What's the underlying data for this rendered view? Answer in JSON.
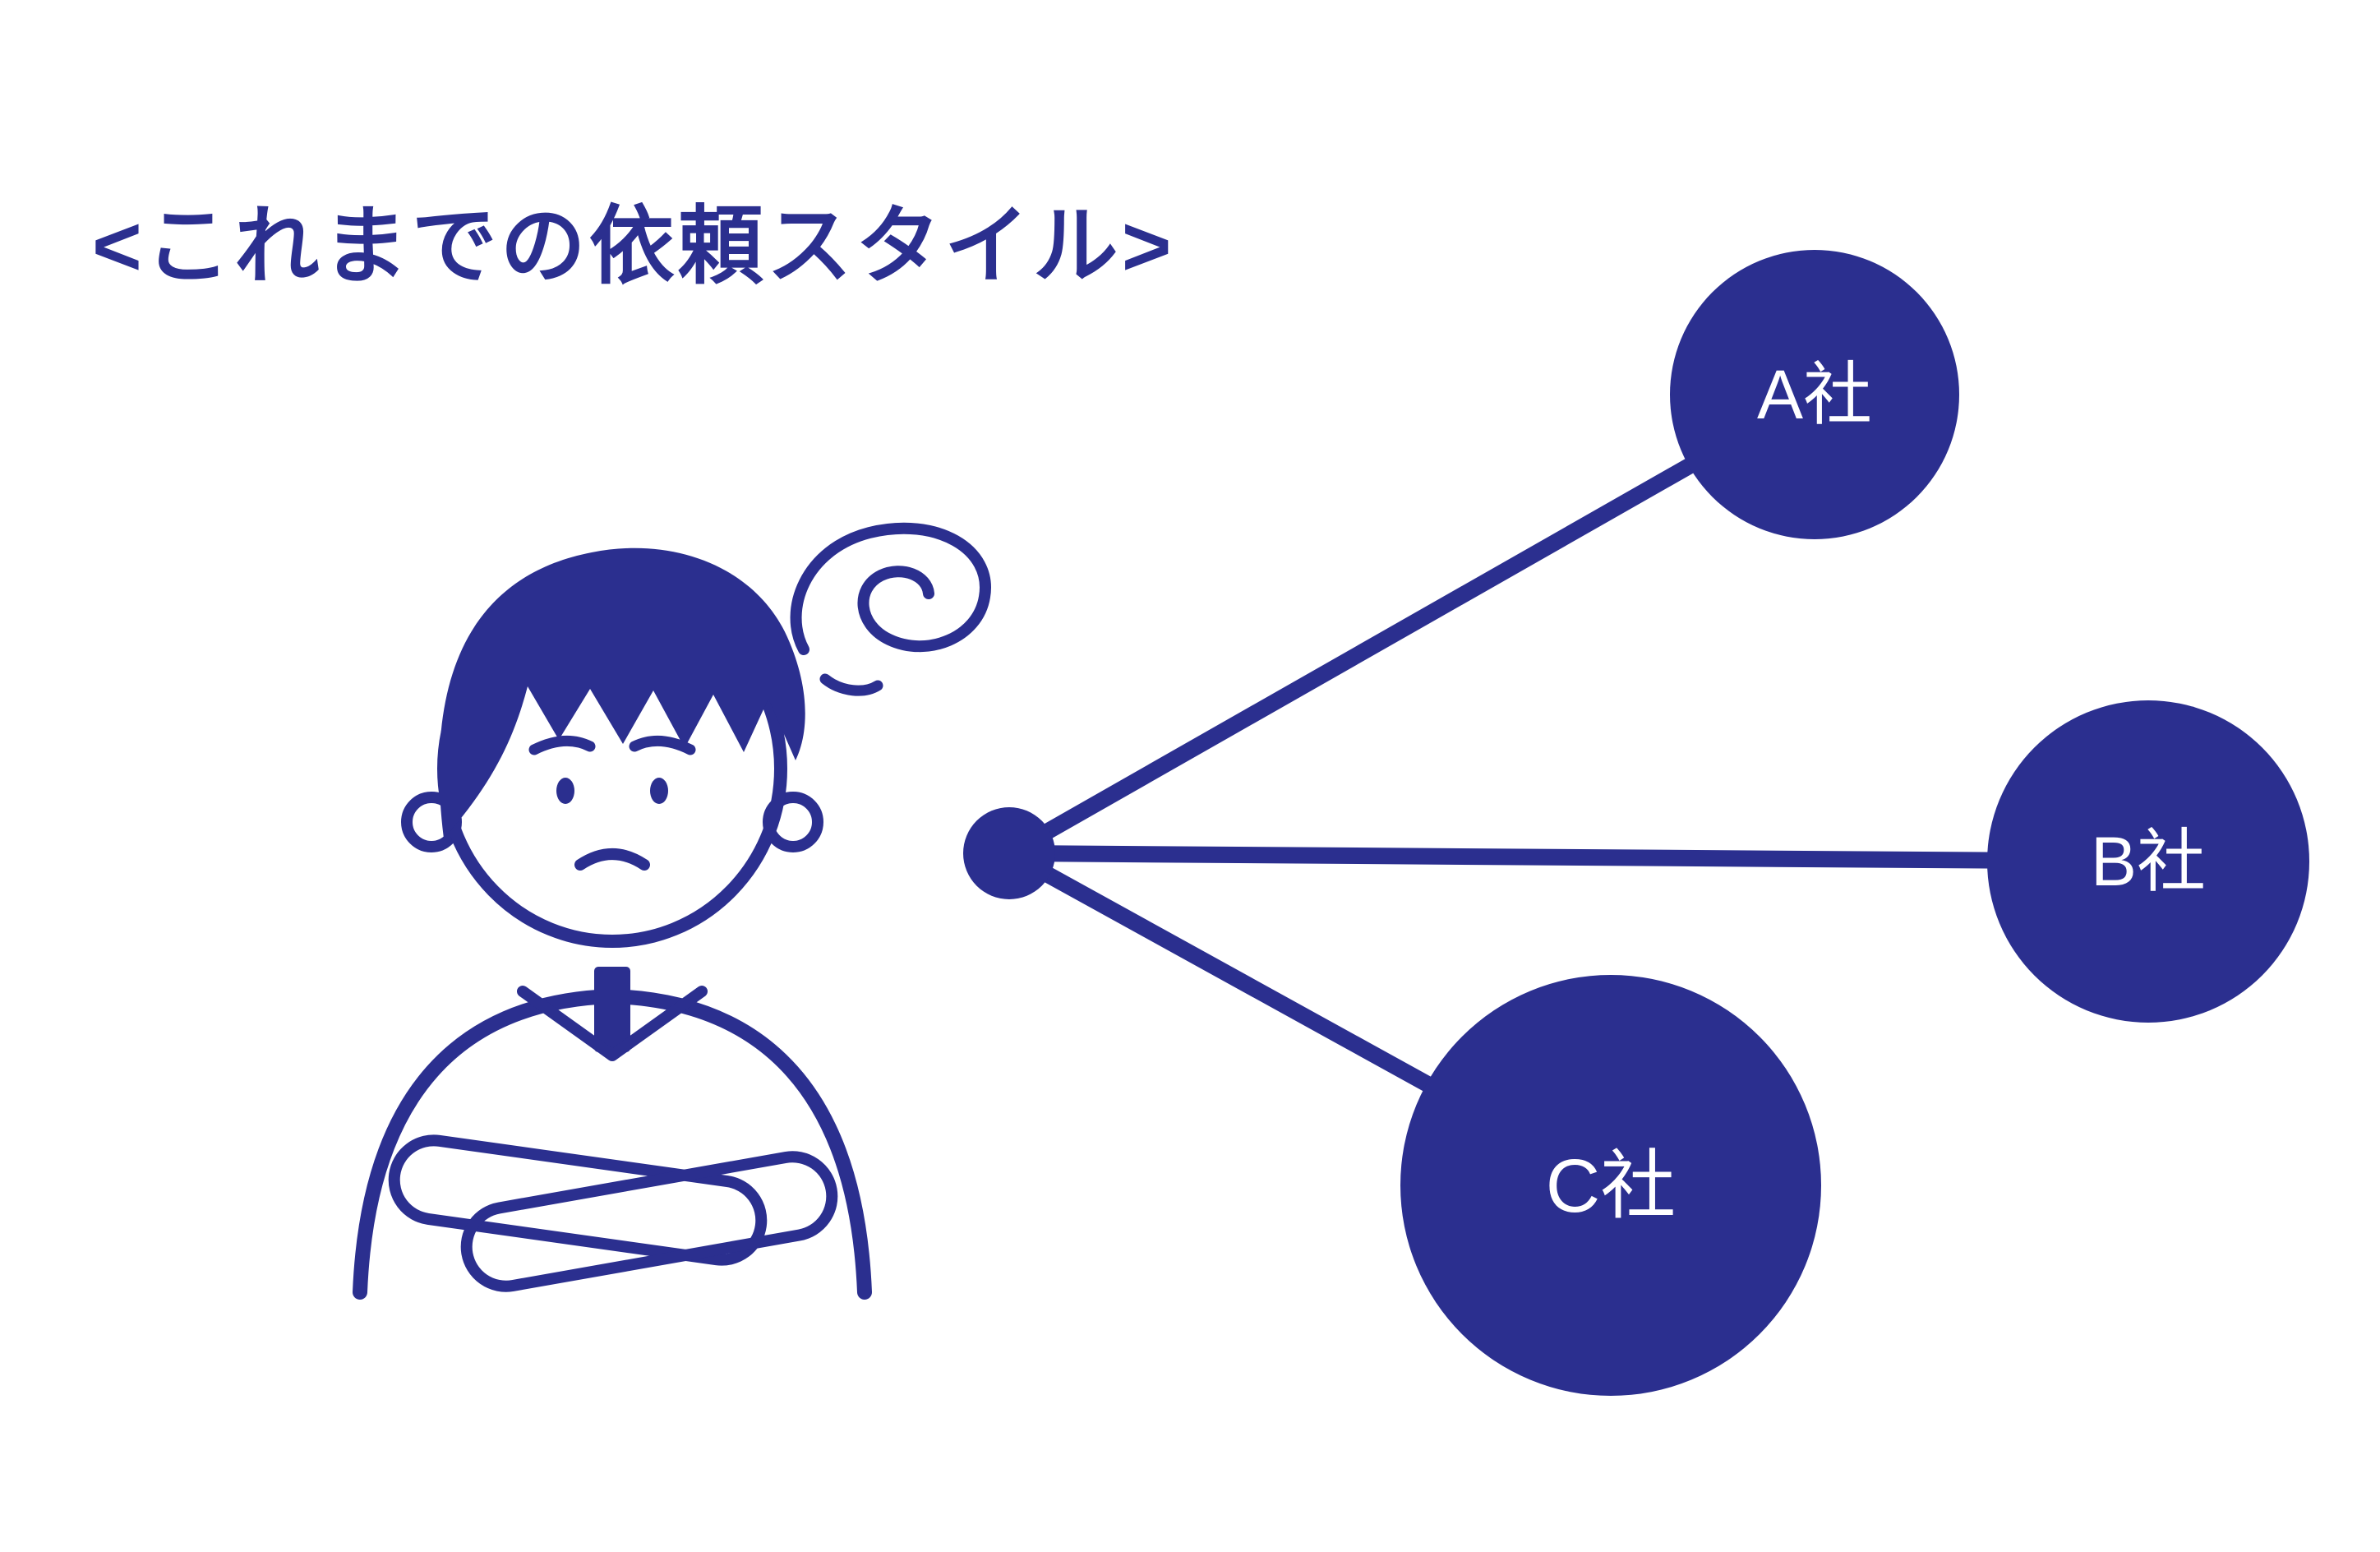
{
  "title": {
    "text": "<これまでの依頼スタイル>"
  },
  "colors": {
    "primary": "#2b2f8f",
    "node_label": "#ffffff",
    "background": "#ffffff"
  },
  "diagram": {
    "icons": {
      "person_icon": "worried-man-arms-crossed-icon",
      "confusion_icon": "swirl-scribble-icon",
      "hub_icon": "connection-point-dot"
    },
    "nodes": [
      {
        "label": "A社"
      },
      {
        "label": "B社"
      },
      {
        "label": "C社"
      }
    ]
  }
}
